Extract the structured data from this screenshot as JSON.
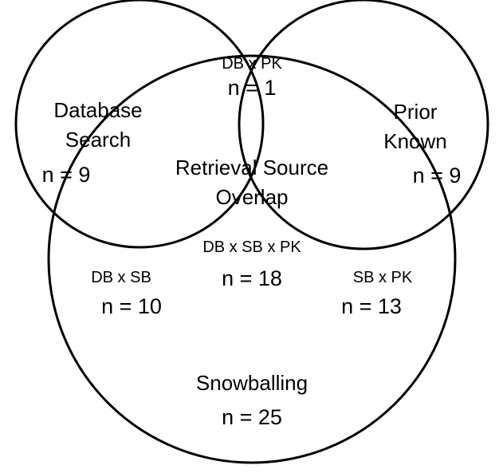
{
  "diagram": {
    "type": "venn-3",
    "stroke_color": "#000000",
    "background_color": "#ffffff",
    "center": {
      "title_line1": "Retrieval Source",
      "title_line2": "Overlap"
    },
    "sets": {
      "database_search": {
        "label_line1": "Database",
        "label_line2": "Search",
        "count": "n = 9"
      },
      "prior_known": {
        "label_line1": "Prior",
        "label_line2": "Known",
        "count": "n = 9"
      },
      "snowballing": {
        "label": "Snowballing",
        "count": "n = 25"
      }
    },
    "intersections": {
      "db_pk": {
        "label": "DB x PK",
        "count": "n = 1"
      },
      "db_sb": {
        "label": "DB x SB",
        "count": "n = 10"
      },
      "sb_pk": {
        "label": "SB x PK",
        "count": "n = 13"
      },
      "db_sb_pk": {
        "label": "DB x SB x PK",
        "count": "n = 18"
      }
    }
  }
}
